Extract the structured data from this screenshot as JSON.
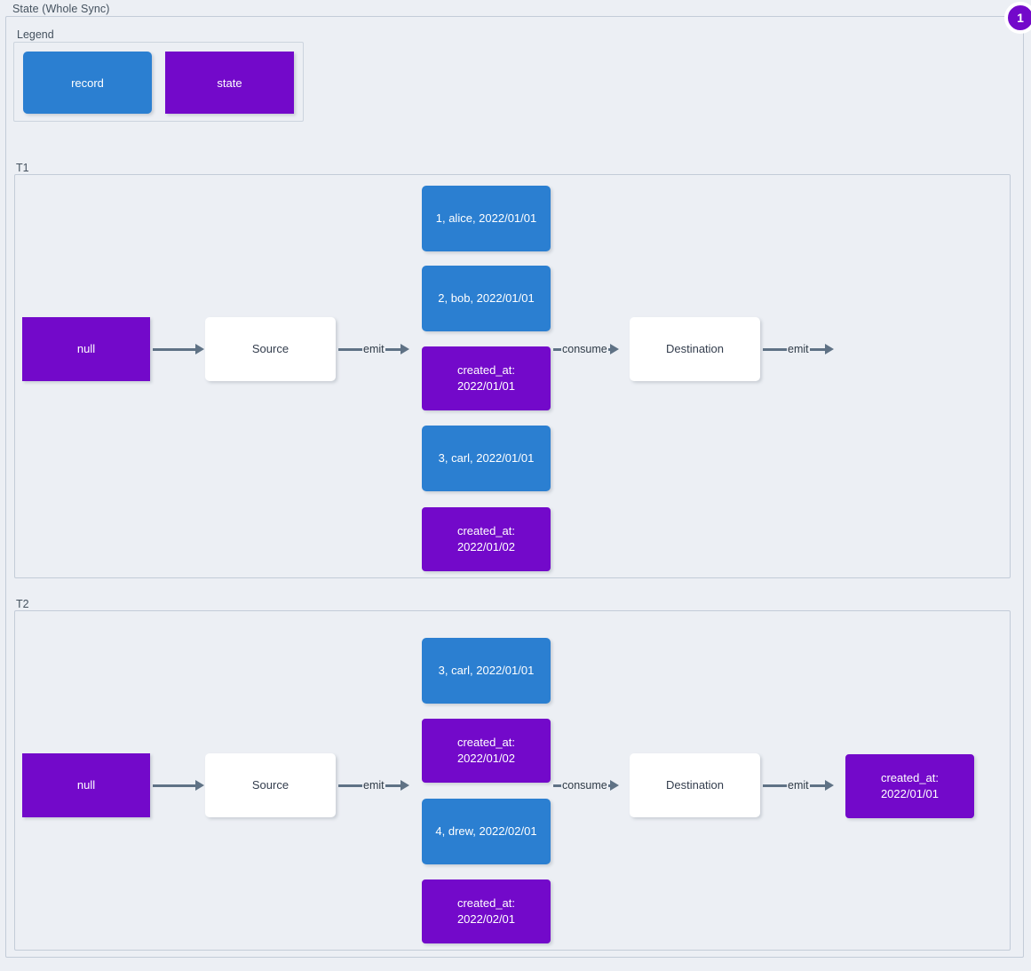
{
  "diagram": {
    "title": "State (Whole Sync)",
    "badge": "1",
    "legend": {
      "label": "Legend",
      "items": [
        {
          "name": "record",
          "color": "#2b7fd1",
          "kind": "record"
        },
        {
          "name": "state",
          "color": "#7309ca",
          "kind": "state"
        }
      ]
    },
    "edge_labels": {
      "emit": "emit",
      "consume": "consume"
    },
    "timelines": [
      {
        "label": "T1",
        "initial_state": "null",
        "source": "Source",
        "destination": "Destination",
        "messages": [
          {
            "kind": "record",
            "text": "1, alice, 2022/01/01"
          },
          {
            "kind": "record",
            "text": "2, bob, 2022/01/01"
          },
          {
            "kind": "state",
            "line1": "created_at:",
            "line2": "2022/01/01"
          },
          {
            "kind": "record",
            "text": "3, carl, 2022/01/01"
          },
          {
            "kind": "state",
            "line1": "created_at:",
            "line2": "2022/01/02"
          }
        ],
        "final_state": null
      },
      {
        "label": "T2",
        "initial_state": "null",
        "source": "Source",
        "destination": "Destination",
        "messages": [
          {
            "kind": "record",
            "text": "3, carl, 2022/01/01"
          },
          {
            "kind": "state",
            "line1": "created_at:",
            "line2": "2022/01/02"
          },
          {
            "kind": "record",
            "text": "4, drew, 2022/02/01"
          },
          {
            "kind": "state",
            "line1": "created_at:",
            "line2": "2022/02/01"
          }
        ],
        "final_state": {
          "line1": "created_at:",
          "line2": "2022/01/01"
        }
      }
    ]
  }
}
